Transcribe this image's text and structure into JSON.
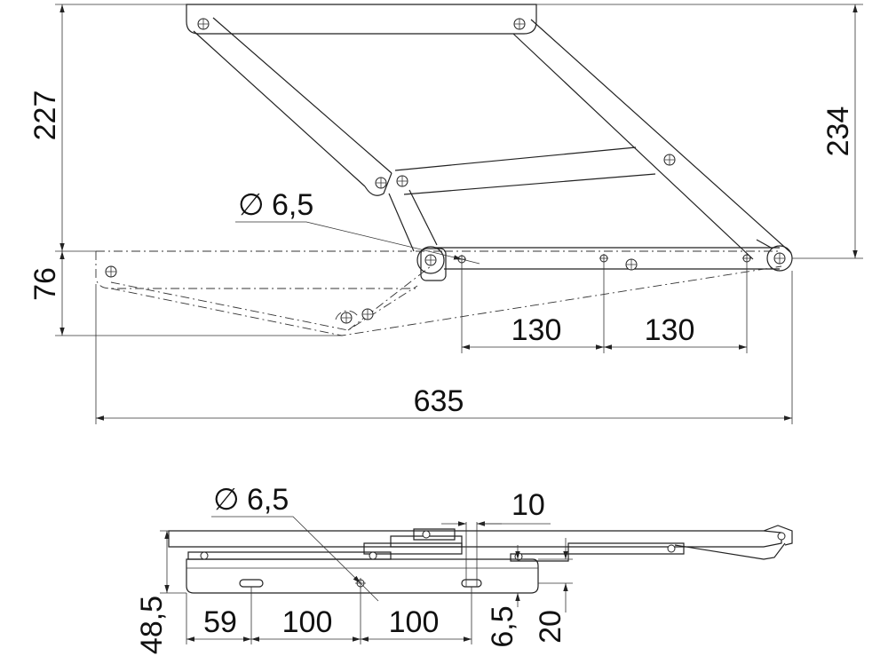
{
  "dimensions": {
    "top_view": {
      "height_upper": "227",
      "height_right": "234",
      "height_lower": "76",
      "hole_diameter": "6,5",
      "spacing_1": "130",
      "spacing_2": "130",
      "overall_length": "635"
    },
    "side_view": {
      "hole_diameter": "6,5",
      "slot_width": "10",
      "height": "48,5",
      "offset_1": "59",
      "offset_2": "100",
      "offset_3": "100",
      "thickness": "6,5",
      "depth": "20"
    }
  },
  "symbols": {
    "diameter": "∅"
  }
}
